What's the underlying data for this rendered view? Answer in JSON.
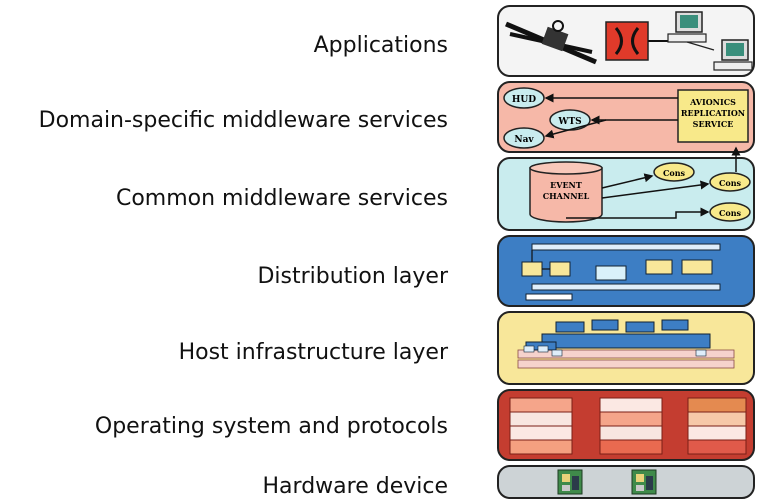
{
  "layers": [
    {
      "label": "Applications"
    },
    {
      "label": "Domain-specific middleware services"
    },
    {
      "label": "Common middleware services"
    },
    {
      "label": "Distribution layer"
    },
    {
      "label": "Host infrastructure layer"
    },
    {
      "label": "Operating system and protocols"
    },
    {
      "label": "Hardware device"
    }
  ],
  "diagram_text": {
    "hud": "HUD",
    "wts": "WTS",
    "nav": "Nav",
    "avionics_1": "AVIONICS",
    "avionics_2": "REPLICATION",
    "avionics_3": "SERVICE",
    "event_1": "EVENT",
    "event_2": "CHANNEL",
    "cons_1": "Cons",
    "cons_2": "Cons",
    "cons_3": "Cons"
  },
  "colors": {
    "applications": "#f4f4f4",
    "domain": "#f6b8a8",
    "common": "#c9ecee",
    "distribution": "#3d7ec4",
    "host": "#f8e79a",
    "os": "#c43d30",
    "hardware": "#cdd3d6"
  }
}
